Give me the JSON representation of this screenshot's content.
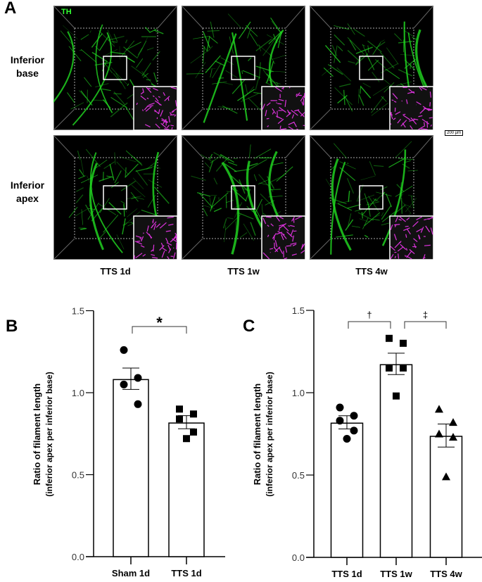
{
  "panel_a": {
    "letter": "A",
    "stain_label": "TH",
    "scale_bar": "200 µm",
    "rows": [
      "Inferior base",
      "Inferior apex"
    ],
    "row_labels": [
      [
        "Inferior",
        "base"
      ],
      [
        "Inferior",
        "apex"
      ]
    ],
    "columns": [
      "TTS 1d",
      "TTS 1w",
      "TTS 4w"
    ],
    "colors": {
      "signal": "#22dd22",
      "inset": "#dd33dd",
      "background": "#000000"
    }
  },
  "chart_data": [
    {
      "panel": "B",
      "type": "bar",
      "ylabel_line1": "Ratio of filament length",
      "ylabel_line2": "(inferior apex per inferior base)",
      "categories": [
        "Sham 1d",
        "TTS 1d"
      ],
      "values": [
        1.08,
        0.815
      ],
      "sem": [
        [
          1.02,
          1.15
        ],
        [
          0.78,
          0.86
        ]
      ],
      "points": [
        [
          1.26,
          1.09,
          1.05,
          0.93
        ],
        [
          0.9,
          0.87,
          0.84,
          0.76,
          0.72
        ]
      ],
      "markers": [
        "circle",
        "square"
      ],
      "ylim": [
        0,
        1.5
      ],
      "yticks": [
        "0.0",
        "0.5",
        "1.0",
        "1.5"
      ],
      "significance": [
        {
          "from": 0,
          "to": 1,
          "label": "*"
        }
      ]
    },
    {
      "panel": "C",
      "type": "bar",
      "ylabel_line1": "Ratio of filament length",
      "ylabel_line2": "(inferior apex per inferior base)",
      "categories": [
        "TTS 1d",
        "TTS 1w",
        "TTS 4w"
      ],
      "values": [
        0.815,
        1.17,
        0.735
      ],
      "sem": [
        [
          0.78,
          0.86
        ],
        [
          1.11,
          1.24
        ],
        [
          0.67,
          0.81
        ]
      ],
      "points": [
        [
          0.91,
          0.86,
          0.83,
          0.77,
          0.72
        ],
        [
          1.33,
          1.3,
          1.15,
          1.15,
          0.98
        ],
        [
          0.9,
          0.82,
          0.75,
          0.73,
          0.49
        ]
      ],
      "markers": [
        "circle",
        "square",
        "triangle"
      ],
      "ylim": [
        0,
        1.5
      ],
      "yticks": [
        "0.0",
        "0.5",
        "1.0",
        "1.5"
      ],
      "significance": [
        {
          "from": 0,
          "to": 1,
          "label": "†"
        },
        {
          "from": 1,
          "to": 2,
          "label": "‡"
        }
      ]
    }
  ]
}
